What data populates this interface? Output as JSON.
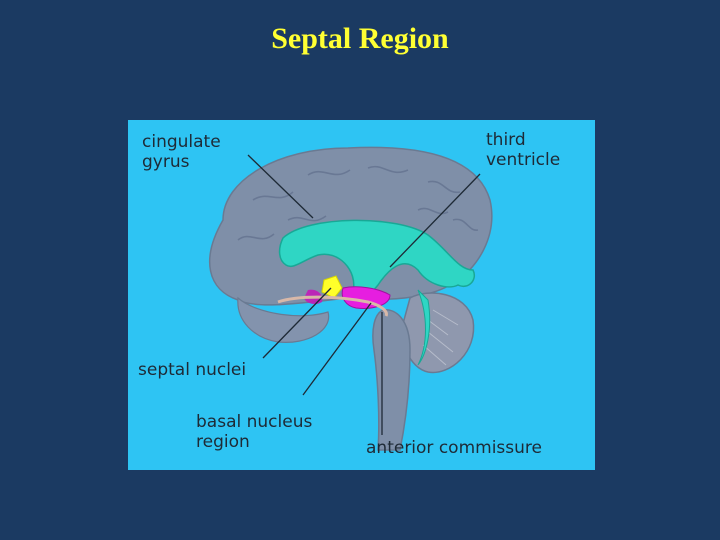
{
  "slide": {
    "title": "Septal Region"
  },
  "diagram": {
    "labels": {
      "cingulate_gyrus_line1": "cingulate",
      "cingulate_gyrus_line2": "gyrus",
      "third_ventricle_line1": "third",
      "third_ventricle_line2": "ventricle",
      "septal_nuclei": "septal nuclei",
      "basal_nucleus_line1": "basal nucleus",
      "basal_nucleus_line2": "region",
      "anterior_commissure": "anterior commissure"
    },
    "colors": {
      "background": "#2ec4f3",
      "brain": "#7f8fa8",
      "ventricle": "#2fd6c4",
      "septal_nuclei": "#ffff2a",
      "basal_nucleus": "#e61ee0",
      "label_text": "#1e2a36"
    }
  }
}
